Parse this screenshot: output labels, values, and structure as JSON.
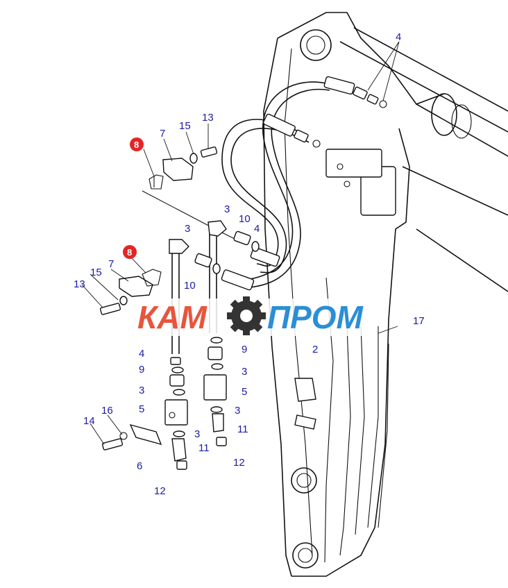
{
  "logo": {
    "left": "КАМ",
    "right": "ПРОМ",
    "left_color": "#e8553d",
    "right_color": "#2a8fd6",
    "gear_color": "#333333"
  },
  "callouts": {
    "c4_top": "4",
    "c13_top": "13",
    "c15_top": "15",
    "c7_top": "7",
    "c8_top": "8",
    "c3_a": "3",
    "c10_a": "10",
    "c4_a": "4",
    "c3_b": "3",
    "c8_mid": "8",
    "c7_mid": "7",
    "c15_mid": "15",
    "c13_mid": "13",
    "c10_b": "10",
    "c17": "17",
    "c2": "2",
    "c4_b": "4",
    "c9_a": "9",
    "c9_b": "9",
    "c3_c": "3",
    "c3_d": "3",
    "c5_a": "5",
    "c5_b": "5",
    "c3_e": "3",
    "c3_f": "3",
    "c16": "16",
    "c14": "14",
    "c11_a": "11",
    "c11_b": "11",
    "c6": "6",
    "c12_a": "12",
    "c12_b": "12"
  },
  "colors": {
    "callout_text": "#1a1aa6",
    "highlight": "#e32626"
  }
}
